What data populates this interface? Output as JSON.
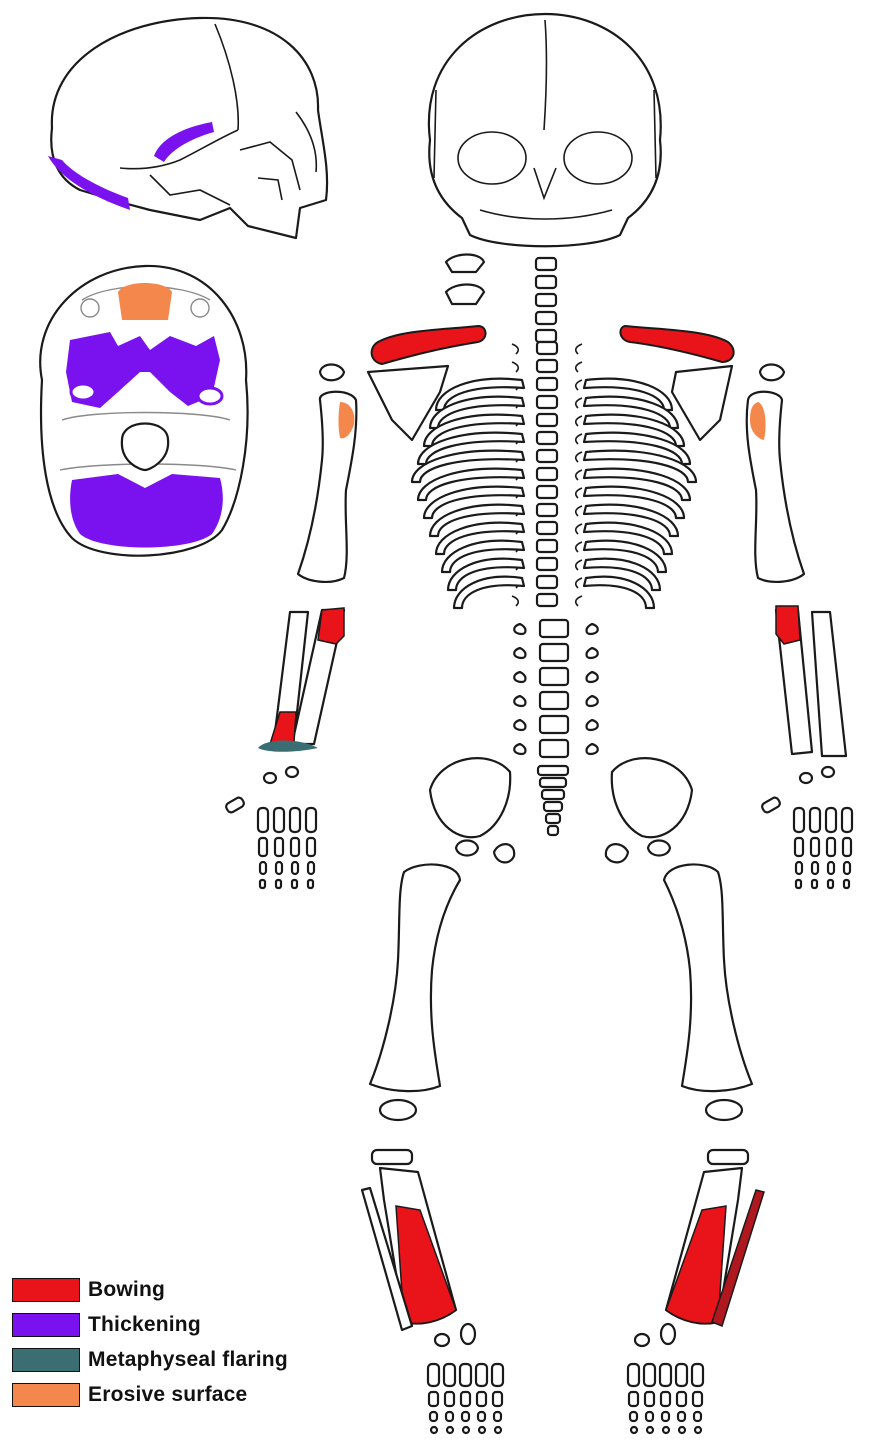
{
  "legend": {
    "items": [
      {
        "label": "Bowing",
        "color": "#e8141a"
      },
      {
        "label": "Thickening",
        "color": "#7a12f0"
      },
      {
        "label": "Metaphyseal flaring",
        "color": "#3a6e73"
      },
      {
        "label": "Erosive surface",
        "color": "#f4874b"
      }
    ]
  },
  "colors": {
    "outline": "#1a1a1a",
    "bone_fill": "#ffffff",
    "bowing": "#e8141a",
    "thickening": "#7a12f0",
    "metaphyseal_flaring": "#3a6e73",
    "erosive_surface": "#f4874b"
  }
}
